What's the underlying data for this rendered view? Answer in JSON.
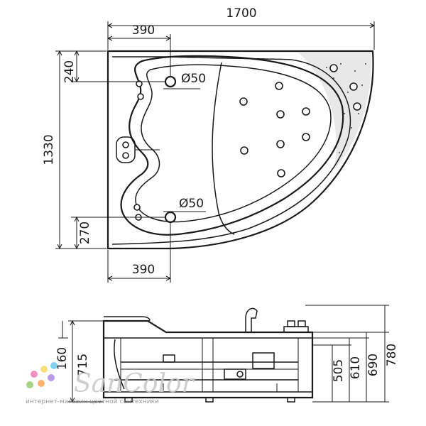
{
  "top_view": {
    "dimensions": {
      "overall_length": "1700",
      "overall_width": "1330",
      "drain_offset_top": "390",
      "drain_offset_bottom": "390",
      "top_margin": "240",
      "bottom_margin": "270",
      "drain_diameter_top": "Ø50",
      "drain_diameter_bottom": "Ø50"
    }
  },
  "side_view": {
    "dimensions": {
      "height_left_small": "160",
      "height_left": "715",
      "height_505": "505",
      "height_610": "610",
      "height_690": "690",
      "height_780": "780"
    }
  },
  "watermark": {
    "logo": "SanColor",
    "tagline": "интернет-магазин цветной сантехники",
    "dot_colors": [
      "#f05aa6",
      "#f5d23a",
      "#46b9e8",
      "#7bc24a",
      "#ff8c2a",
      "#9b6cd9"
    ]
  }
}
